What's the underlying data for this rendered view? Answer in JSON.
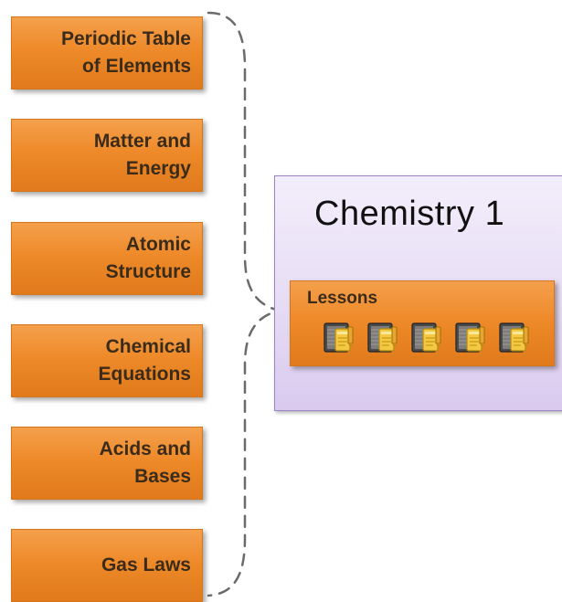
{
  "topics": [
    {
      "label": "Periodic Table\nof Elements"
    },
    {
      "label": "Matter and\nEnergy"
    },
    {
      "label": "Atomic\nStructure"
    },
    {
      "label": "Chemical\nEquations"
    },
    {
      "label": "Acids and\nBases"
    },
    {
      "label": "Gas Laws"
    }
  ],
  "course": {
    "title": "Chemistry 1",
    "lessons_label": "Lessons",
    "lesson_icons": [
      "notebook-icon",
      "notebook-icon",
      "notebook-icon",
      "notebook-icon",
      "notebook-icon"
    ]
  },
  "colors": {
    "topic_orange": "#ee8a2a",
    "panel_purple": "#e6dcf4",
    "panel_border": "#9a86c4",
    "brace": "#6b6b6b"
  }
}
